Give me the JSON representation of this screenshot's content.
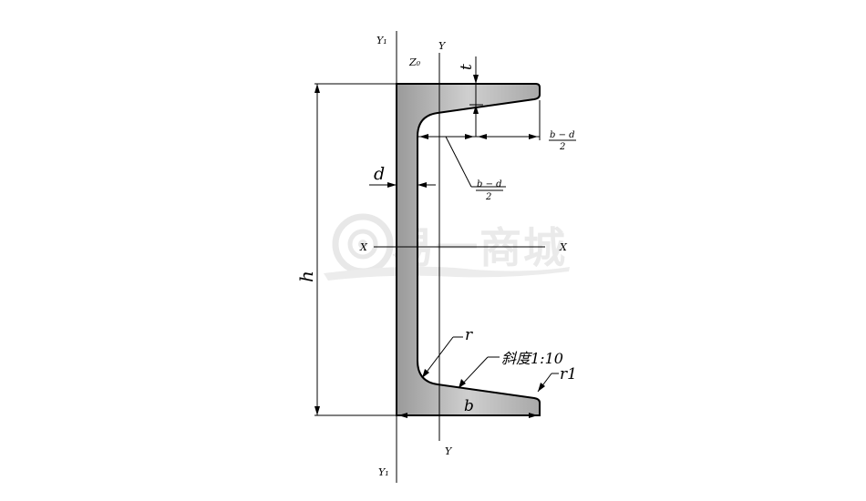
{
  "diagram": {
    "axes": {
      "y1_top": "Y₁",
      "y1_bottom": "Y₁",
      "y_top": "Y",
      "y_bottom": "Y",
      "z0": "Z₀",
      "x_left": "X",
      "x_right": "X"
    },
    "dimensions": {
      "t": "t",
      "d": "d",
      "h": "h",
      "b": "b",
      "r": "r",
      "r1": "r1",
      "bd2_right_num": "b − d",
      "bd2_right_den": "2",
      "bd2_center_num": "b − d",
      "bd2_center_den": "2"
    },
    "annotations": {
      "slope": "斜度1:10"
    },
    "watermark": {
      "text": "易一商城"
    },
    "colors": {
      "steel_light": "#c8c8c8",
      "steel_dark": "#8e8e8e",
      "outline": "#000000",
      "watermark": "#e2e2e2"
    }
  }
}
